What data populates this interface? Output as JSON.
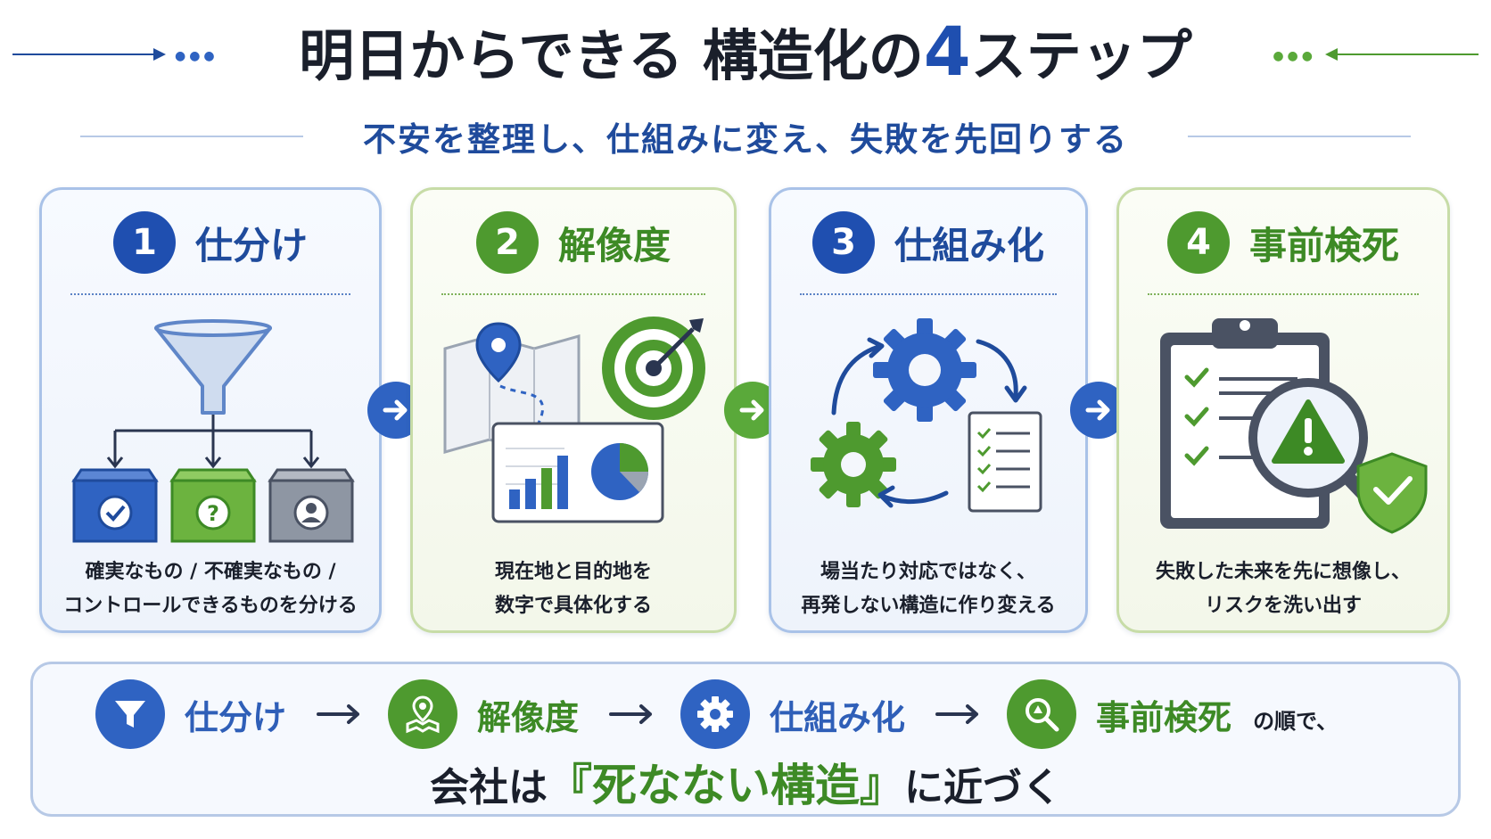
{
  "header": {
    "title_main": "明日からできる 構造化の",
    "title_number": "4",
    "title_tail": "ステップ",
    "subtitle": "不安を整理し、仕組みに変え、失敗を先回りする"
  },
  "steps": [
    {
      "number": "1",
      "title": "仕分け",
      "desc_line1": "確実なもの / 不確実なもの /",
      "desc_line2": "コントロールできるものを分ける",
      "icons": [
        "funnel-icon",
        "check-box-icon",
        "question-box-icon",
        "person-box-icon"
      ]
    },
    {
      "number": "2",
      "title": "解像度",
      "desc_line1": "現在地と目的地を",
      "desc_line2": "数字で具体化する",
      "icons": [
        "map-pin-icon",
        "target-icon",
        "bar-pie-chart-icon"
      ]
    },
    {
      "number": "3",
      "title": "仕組み化",
      "desc_line1": "場当たり対応ではなく、",
      "desc_line2": "再発しない構造に作り変える",
      "icons": [
        "gear-icon",
        "cycle-arrows-icon",
        "checklist-icon"
      ]
    },
    {
      "number": "4",
      "title": "事前検死",
      "desc_line1": "失敗した未来を先に想像し、",
      "desc_line2": "リスクを洗い出す",
      "icons": [
        "clipboard-icon",
        "magnifier-warning-icon",
        "shield-check-icon"
      ]
    }
  ],
  "summary": {
    "flow": [
      {
        "label": "仕分け",
        "icon": "funnel-icon",
        "color": "#2f63c2"
      },
      {
        "label": "解像度",
        "icon": "map-pin-icon",
        "color": "#4e9a2f"
      },
      {
        "label": "仕組み化",
        "icon": "gear-icon",
        "color": "#2f63c2"
      },
      {
        "label": "事前検死",
        "icon": "search-icon",
        "color": "#4e9a2f"
      }
    ],
    "tail": "の順で、",
    "conclusion_pre": "会社は",
    "conclusion_highlight": "『死なない構造』",
    "conclusion_post": "に近づく"
  },
  "colors": {
    "blue": "#1f4fb0",
    "green": "#4e9a2f"
  }
}
